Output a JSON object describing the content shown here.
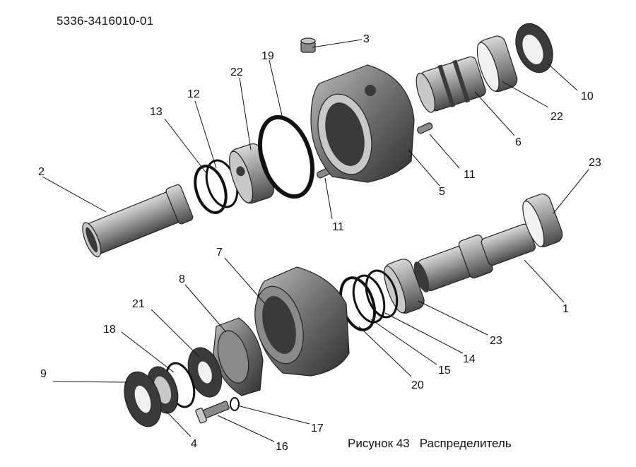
{
  "document_number": "5336-3416010-01",
  "caption": {
    "figure": "Рисунок 43",
    "title": "Распределитель"
  },
  "callouts": {
    "p1": "1",
    "p2": "2",
    "p3": "3",
    "p4": "4",
    "p5": "5",
    "p6": "6",
    "p7": "7",
    "p8": "8",
    "p9": "9",
    "p10": "10",
    "p11a": "11",
    "p11b": "11",
    "p12": "12",
    "p13": "13",
    "p14": "14",
    "p15": "15",
    "p16": "16",
    "p17": "17",
    "p18": "18",
    "p19": "19",
    "p20": "20",
    "p21": "21",
    "p22a": "22",
    "p22b": "22",
    "p23a": "23",
    "p23b": "23"
  }
}
